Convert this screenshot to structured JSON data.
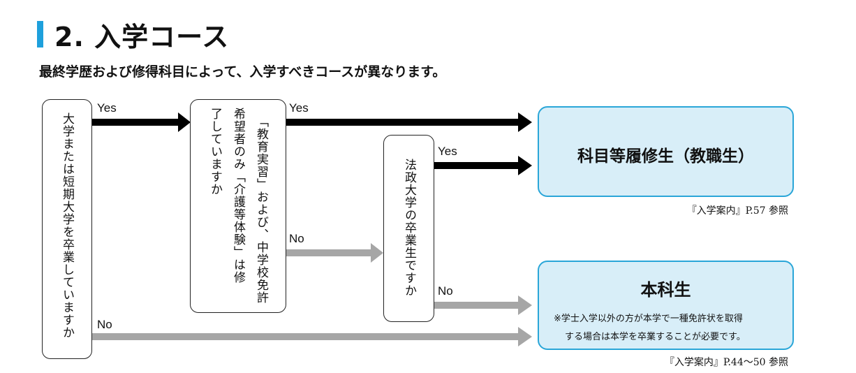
{
  "page": {
    "title": "2. 入学コース",
    "subtitle": "最終学歴および修得科目によって、入学すべきコースが異なります。"
  },
  "questions": {
    "q1": {
      "col1": "大学または短期大学を卒業していますか"
    },
    "q2": {
      "col1": "「教育実習」および、中学校免許",
      "col2": "希望者のみ「介護等体験」は修",
      "col3": "了していますか"
    },
    "q3": {
      "col1": "法政大学の卒業生ですか"
    }
  },
  "labels": {
    "yes": "Yes",
    "no": "No"
  },
  "results": {
    "r1": {
      "title": "科目等履修生（教職生）",
      "ref": "『入学案内』P.57 参照"
    },
    "r2": {
      "title": "本科生",
      "note_line1": "※学士入学以外の方が本学で一種免許状を取得",
      "note_line2": "する場合は本学を卒業することが必要です。",
      "ref": "『入学案内』P.44～50 参照"
    }
  },
  "colors": {
    "accent": "#1ea0dc",
    "result_fill": "#d8eef8",
    "result_border": "#2aa6d8",
    "yes_arrow": "#000000",
    "no_arrow": "#a6a6a6"
  }
}
